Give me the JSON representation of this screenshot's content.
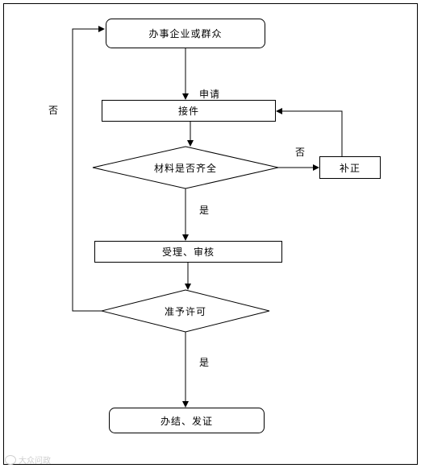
{
  "flowchart": {
    "start": "办事企业或群众",
    "receive": "接件",
    "check_materials": "材料是否齐全",
    "supplement": "补正",
    "review": "受理、审核",
    "approve": "准予许可",
    "finish": "办结、发证"
  },
  "edges": {
    "apply": "申请",
    "no_materials": "否",
    "yes_materials": "是",
    "no_approve": "否",
    "yes_approve": "是"
  },
  "watermark": "大众问政"
}
